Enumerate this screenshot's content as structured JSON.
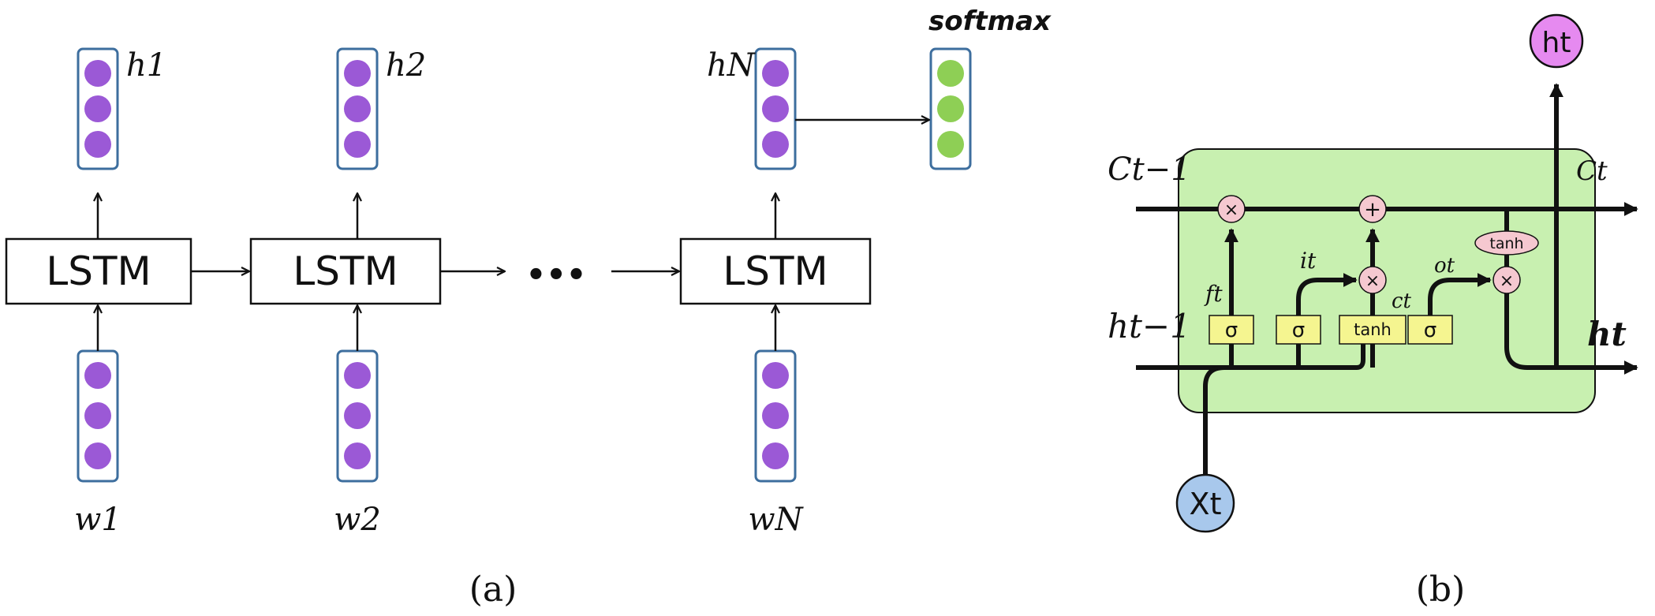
{
  "panel_a": {
    "caption": "(a)",
    "lstm_label": "LSTM",
    "ellipsis": "•••",
    "softmax_label": "softmax",
    "hidden_labels": [
      "h1",
      "h2",
      "hN"
    ],
    "input_labels": [
      "w1",
      "w2",
      "wN"
    ],
    "colors": {
      "neuron": "#9b59d6",
      "output_neuron": "#8ecf55",
      "vector_border": "#3d6e9e",
      "line": "#111111"
    }
  },
  "panel_b": {
    "caption": "(b)",
    "cell_state_in": "Ct−1",
    "cell_state_out": "Ct",
    "hidden_in": "ht−1",
    "hidden_out": "ht",
    "input_node": "Xt",
    "output_node": "ht",
    "forget_label": "ft",
    "input_gate_label": "it",
    "candidate_label": "ct",
    "output_gate_label": "ot",
    "sigma": "σ",
    "tanh": "tanh",
    "times": "×",
    "plus": "+",
    "colors": {
      "cell_bg": "#c8f0b0",
      "gate_bg": "#f5f590",
      "op_bg": "#f5c8d0",
      "input_node": "#a8c8ec",
      "output_node": "#e68af0"
    }
  }
}
